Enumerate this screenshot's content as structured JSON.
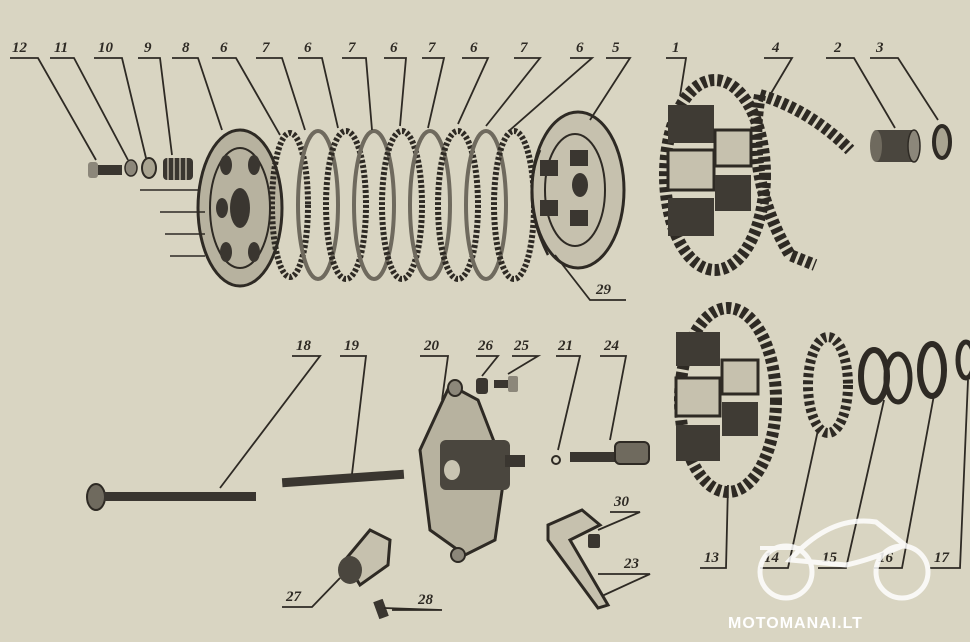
{
  "diagram": {
    "labels": {
      "l1": "1",
      "l2": "2",
      "l3": "3",
      "l4": "4",
      "l5": "5",
      "l6a": "6",
      "l6b": "6",
      "l6c": "6",
      "l6d": "6",
      "l6e": "6",
      "l7a": "7",
      "l7b": "7",
      "l7c": "7",
      "l7d": "7",
      "l8": "8",
      "l9": "9",
      "l10": "10",
      "l11": "11",
      "l12": "12",
      "l13": "13",
      "l14": "14",
      "l15": "15",
      "l16": "16",
      "l17": "17",
      "l18": "18",
      "l19": "19",
      "l20": "20",
      "l21": "21",
      "l23": "23",
      "l24": "24",
      "l25": "25",
      "l26": "26",
      "l27": "27",
      "l28": "28",
      "l29": "29",
      "l30": "30"
    },
    "watermark": "MOTOMANAI.LT",
    "colors": {
      "paper": "#dcd8c6",
      "ink": "#2e2a24",
      "watermark": "#ffffff"
    }
  }
}
